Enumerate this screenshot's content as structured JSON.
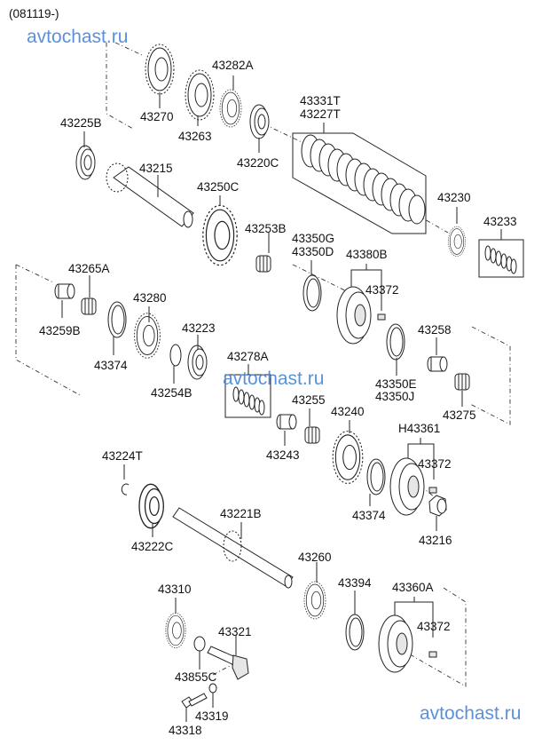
{
  "header": {
    "code": "(081119-)"
  },
  "watermarks": [
    "avtochast.ru",
    "avtochast.ru",
    "avtochast.ru"
  ],
  "labels": {
    "p43270": "43270",
    "p43263": "43263",
    "p43282A": "43282A",
    "p43225B": "43225B",
    "p43215": "43215",
    "p43220C": "43220C",
    "p43250C": "43250C",
    "p43331T": "43331T",
    "p43227T": "43227T",
    "p43230": "43230",
    "p43233": "43233",
    "p43253B": "43253B",
    "p43350G": "43350G",
    "p43350D": "43350D",
    "p43380B": "43380B",
    "p43372a": "43372",
    "p43265A": "43265A",
    "p43259B": "43259B",
    "p43280": "43280",
    "p43374a": "43374",
    "p43223": "43223",
    "p43254B": "43254B",
    "p43278A": "43278A",
    "p43258": "43258",
    "p43350E": "43350E",
    "p43350J": "43350J",
    "p43275": "43275",
    "p43255": "43255",
    "p43240": "43240",
    "p43243": "43243",
    "pH43361": "H43361",
    "p43372b": "43372",
    "p43224T": "43224T",
    "p43374b": "43374",
    "p43216": "43216",
    "p43222C": "43222C",
    "p43221B": "43221B",
    "p43260": "43260",
    "p43394": "43394",
    "p43360A": "43360A",
    "p43372c": "43372",
    "p43310": "43310",
    "p43321": "43321",
    "p43855C": "43855C",
    "p43319": "43319",
    "p43318": "43318"
  }
}
